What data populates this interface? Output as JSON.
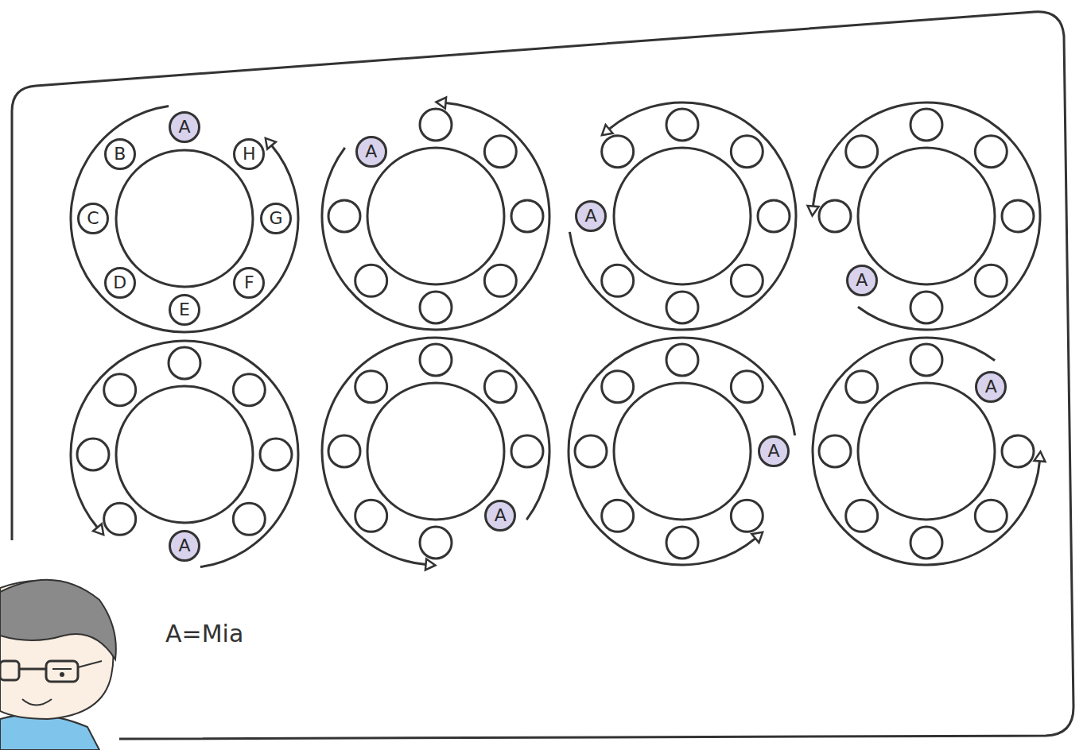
{
  "diagram": {
    "nodes": [
      {
        "text": [
          "A"
        ]
      },
      {
        "text": [
          "B"
        ]
      },
      {
        "text": [
          "C"
        ]
      },
      {
        "text": [
          "D"
        ]
      },
      {
        "text": [
          "E"
        ]
      },
      {
        "text": [
          "F"
        ]
      },
      {
        "text": [
          "G"
        ]
      },
      {
        "text": [
          "H"
        ]
      },
      {
        "text": [
          "A"
        ]
      },
      {
        "text": [
          "A"
        ]
      },
      {
        "text": [
          "A"
        ]
      },
      {
        "text": [
          "A"
        ]
      },
      {
        "text": [
          "A"
        ]
      },
      {
        "text": [
          "A"
        ]
      },
      {
        "text": [
          "A"
        ]
      }
    ],
    "labels": [
      "A=Mia"
    ]
  }
}
